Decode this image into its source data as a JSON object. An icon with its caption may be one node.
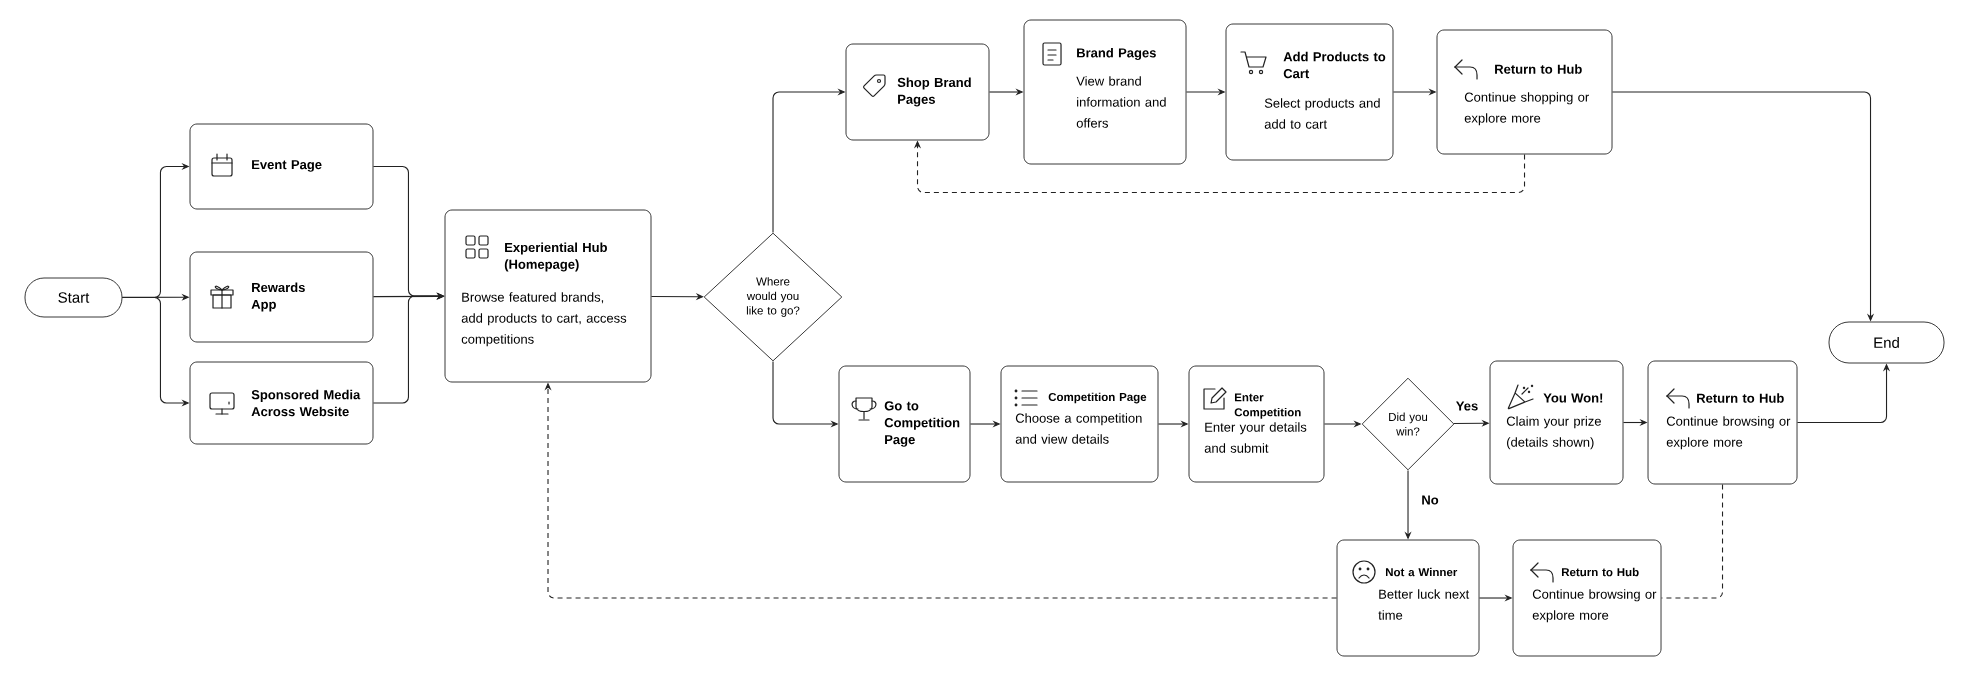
{
  "diagram": {
    "nodes": [
      {
        "text": [
          "Start"
        ]
      },
      {
        "text": [
          "Event Page"
        ]
      },
      {
        "text": [
          "Rewards App"
        ]
      },
      {
        "text": [
          "Sponsored Media Across Website"
        ]
      },
      {
        "text": [
          "Experiential Hub (Homepage)",
          "Browse featured brands, add products to cart, access competitions"
        ]
      },
      {
        "text": [
          "Where would you like to go?"
        ]
      },
      {
        "text": [
          "Shop Brand Pages"
        ]
      },
      {
        "text": [
          "Brand Pages",
          "View brand information and offers"
        ]
      },
      {
        "text": [
          "Add Products to Cart",
          "Select products and add to cart"
        ]
      },
      {
        "text": [
          "Return to Hub",
          "Continue shopping or explore more"
        ]
      },
      {
        "text": [
          "End"
        ]
      },
      {
        "text": [
          "Go to Competition Page"
        ]
      },
      {
        "text": [
          "Competition Page",
          "Choose a competition and view details"
        ]
      },
      {
        "text": [
          "Enter Competition",
          "Enter your details and submit"
        ]
      },
      {
        "text": [
          "Did you win?"
        ]
      },
      {
        "text": [
          "You Won!",
          "Claim your prize (details shown)"
        ]
      },
      {
        "text": [
          "Return to Hub",
          "Continue browsing or explore more"
        ]
      },
      {
        "text": [
          "Not a Winner",
          "Better luck next time"
        ]
      },
      {
        "text": [
          "Return to Hub",
          "Continue browsing or explore more"
        ]
      }
    ],
    "edges": [
      {
        "from": 0,
        "to": 1,
        "arrow": "to"
      },
      {
        "from": 0,
        "to": 2,
        "arrow": "to"
      },
      {
        "from": 0,
        "to": 3,
        "arrow": "to"
      },
      {
        "from": 1,
        "to": 4,
        "arrow": "to"
      },
      {
        "from": 2,
        "to": 4,
        "arrow": "to"
      },
      {
        "from": 3,
        "to": 4,
        "arrow": "to"
      },
      {
        "from": 4,
        "to": 5,
        "arrow": "to"
      },
      {
        "from": 5,
        "to": 6,
        "arrow": "to"
      },
      {
        "from": 6,
        "to": 7,
        "arrow": "to"
      },
      {
        "from": 7,
        "to": 8,
        "arrow": "to"
      },
      {
        "from": 8,
        "to": 9,
        "arrow": "to"
      },
      {
        "from": 9,
        "to": 10,
        "arrow": "to"
      },
      {
        "from": 9,
        "to": 6,
        "arrow": "to",
        "style": "dashed"
      },
      {
        "from": 5,
        "to": 11,
        "arrow": "to"
      },
      {
        "from": 11,
        "to": 12,
        "arrow": "to"
      },
      {
        "from": 12,
        "to": 13,
        "arrow": "to"
      },
      {
        "from": 13,
        "to": 14,
        "arrow": "to"
      },
      {
        "from": 14,
        "to": 15,
        "arrow": "to",
        "label": "Yes"
      },
      {
        "from": 14,
        "to": 17,
        "arrow": "to",
        "label": "No"
      },
      {
        "from": 15,
        "to": 16,
        "arrow": "to"
      },
      {
        "from": 16,
        "to": 10,
        "arrow": "to"
      },
      {
        "from": 16,
        "to": 18,
        "arrow": "none",
        "style": "dashed"
      },
      {
        "from": 17,
        "to": 18,
        "arrow": "to"
      },
      {
        "from": 17,
        "to": 4,
        "arrow": "to",
        "style": "dashed"
      }
    ]
  }
}
